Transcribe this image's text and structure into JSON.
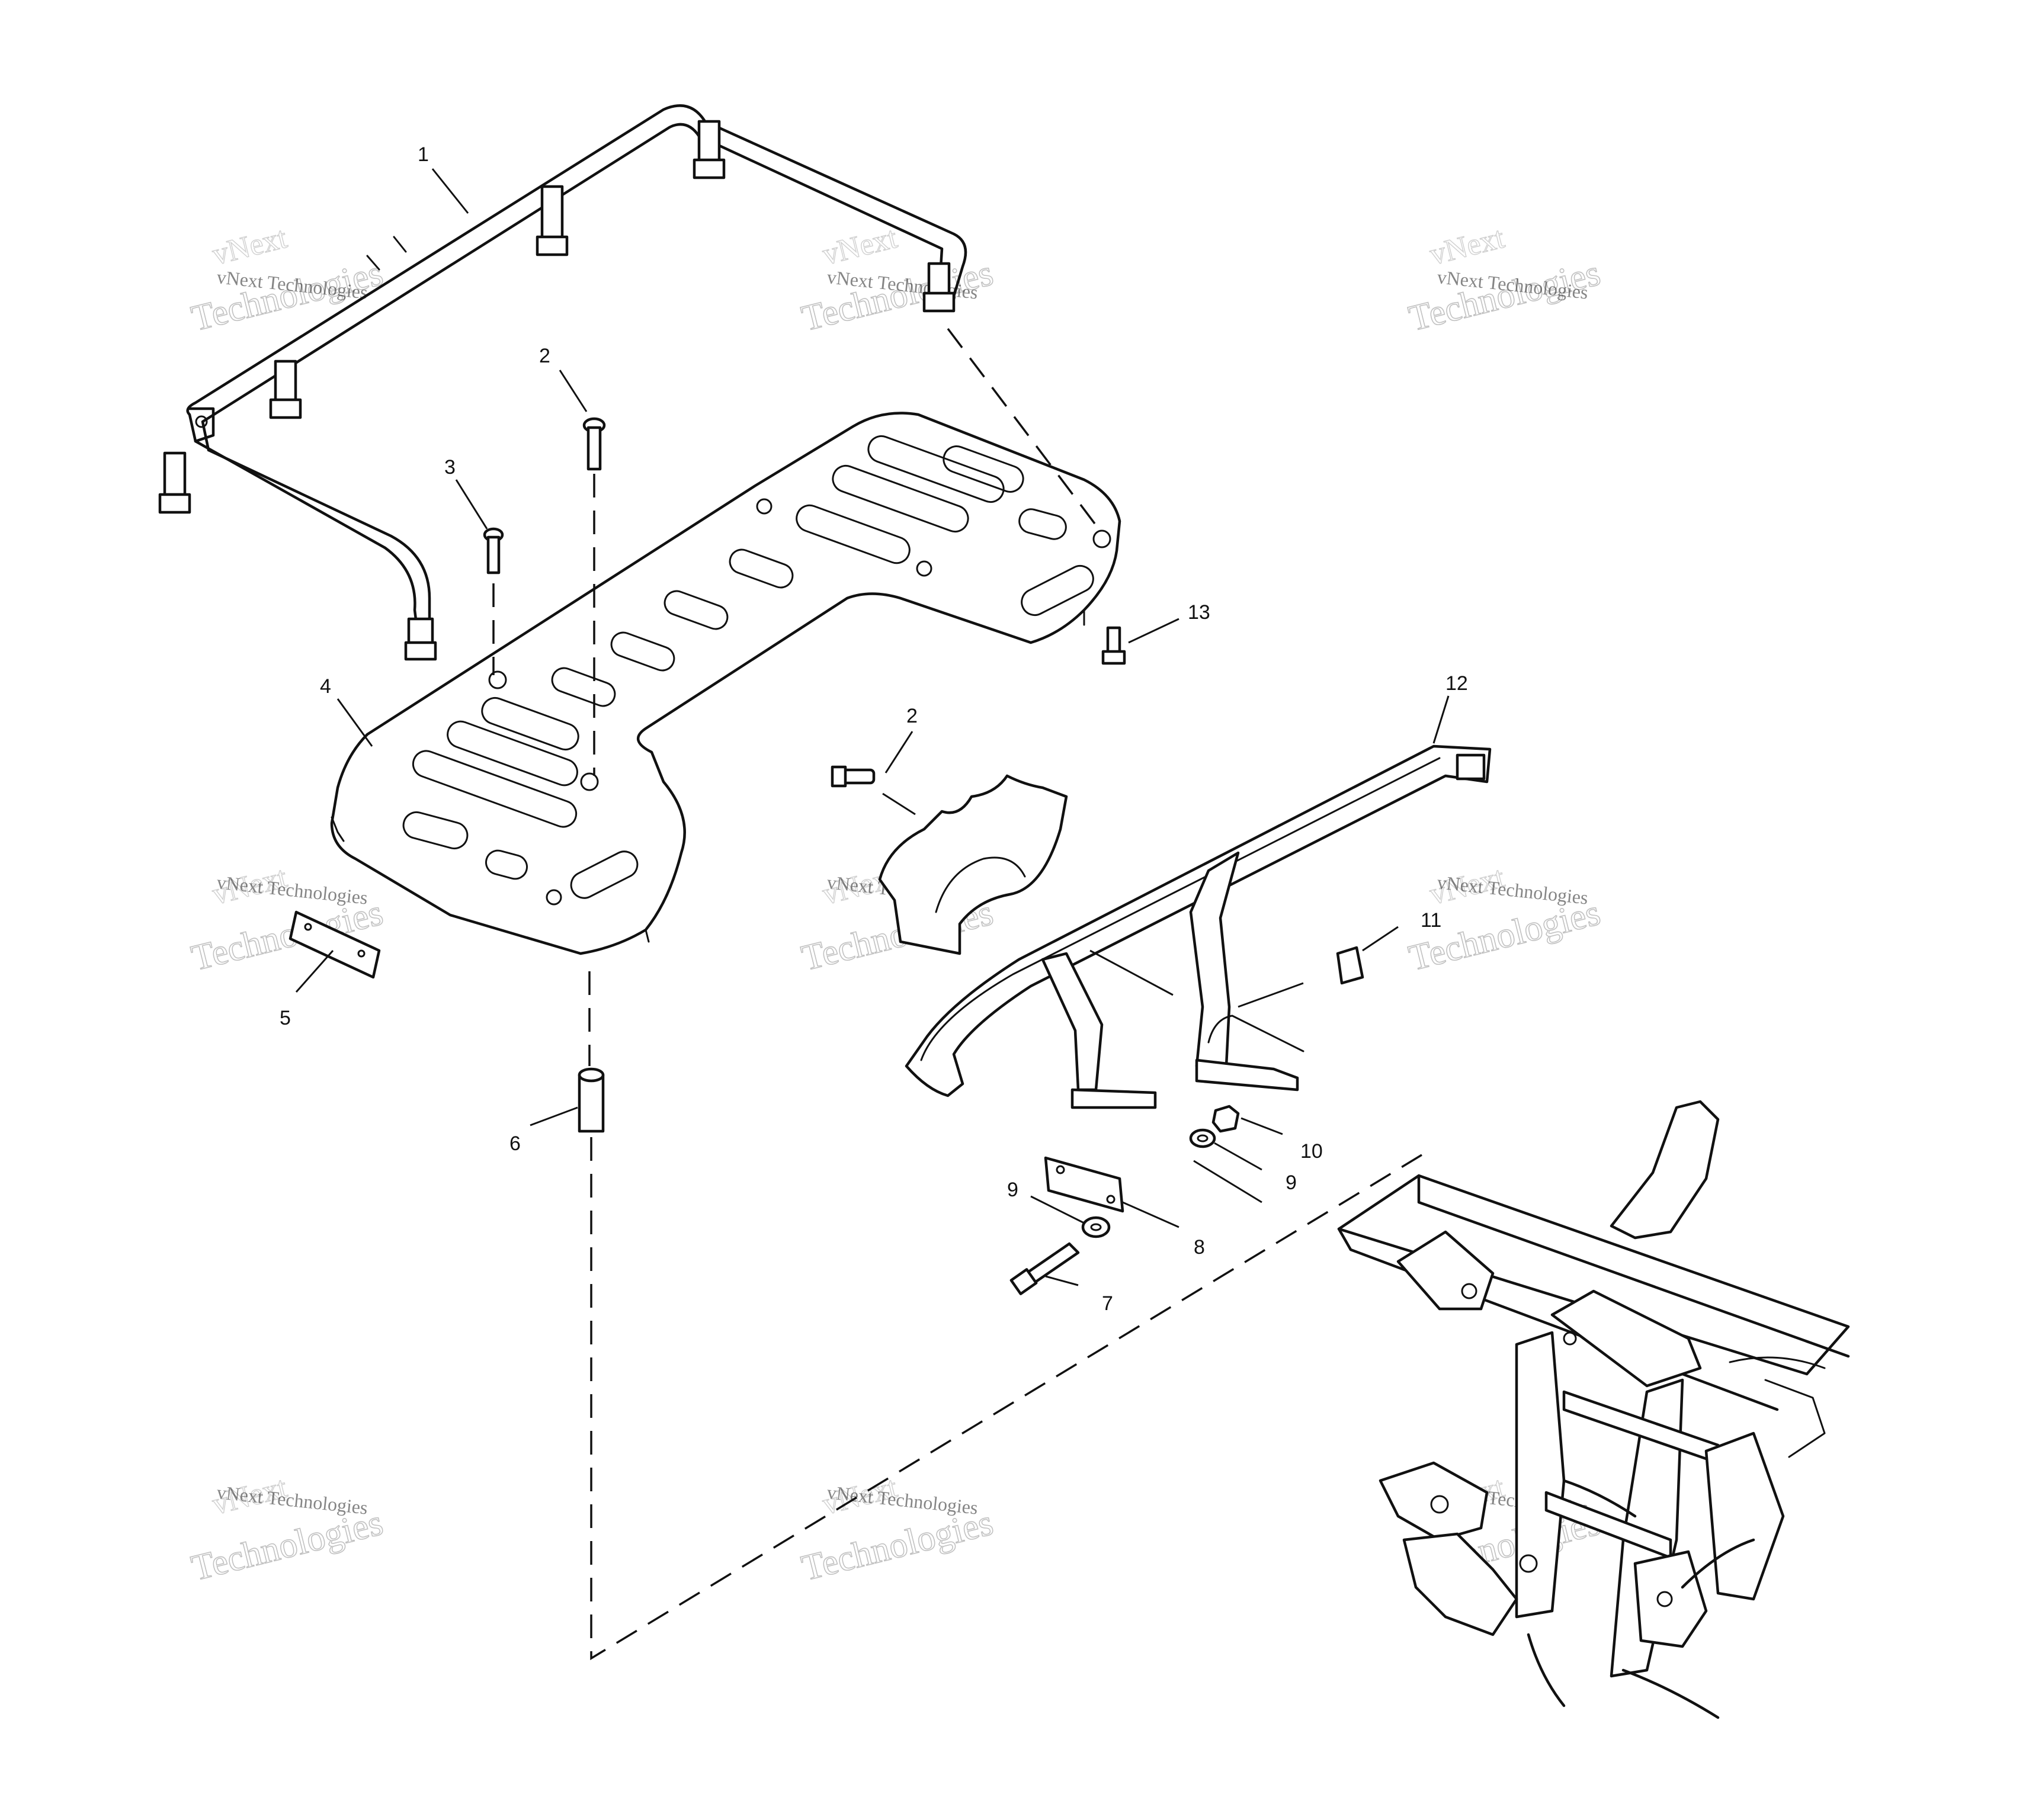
{
  "callouts": [
    {
      "id": "c1",
      "text": "1"
    },
    {
      "id": "c2a",
      "text": "2"
    },
    {
      "id": "c2b",
      "text": "2"
    },
    {
      "id": "c3",
      "text": "3"
    },
    {
      "id": "c4",
      "text": "4"
    },
    {
      "id": "c5",
      "text": "5"
    },
    {
      "id": "c6",
      "text": "6"
    },
    {
      "id": "c7",
      "text": "7"
    },
    {
      "id": "c8",
      "text": "8"
    },
    {
      "id": "c9a",
      "text": "9"
    },
    {
      "id": "c9b",
      "text": "9"
    },
    {
      "id": "c10",
      "text": "10"
    },
    {
      "id": "c11",
      "text": "11"
    },
    {
      "id": "c12",
      "text": "12"
    },
    {
      "id": "c13",
      "text": "13"
    }
  ],
  "watermark": {
    "line1": "vNext",
    "line2": "vNext Technologies",
    "line3": "Technologies"
  }
}
